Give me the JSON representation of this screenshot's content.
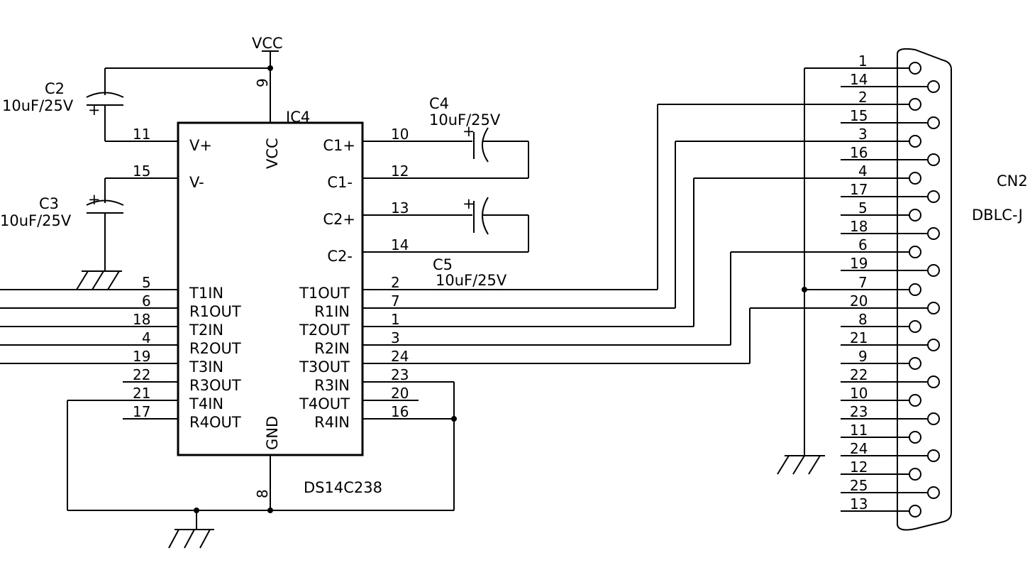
{
  "ic": {
    "ref": "IC4",
    "part": "DS14C238",
    "vcc_label": "VCC",
    "gnd_label": "GND",
    "vcc_pin": "9",
    "gnd_pin": "8",
    "left_pins": [
      {
        "name": "V+",
        "num": "11"
      },
      {
        "name": "V-",
        "num": "15"
      },
      {
        "name": "T1IN",
        "num": "5"
      },
      {
        "name": "R1OUT",
        "num": "6"
      },
      {
        "name": "T2IN",
        "num": "18"
      },
      {
        "name": "R2OUT",
        "num": "4"
      },
      {
        "name": "T3IN",
        "num": "19"
      },
      {
        "name": "R3OUT",
        "num": "22"
      },
      {
        "name": "T4IN",
        "num": "21"
      },
      {
        "name": "R4OUT",
        "num": "17"
      }
    ],
    "right_pins": [
      {
        "name": "C1+",
        "num": "10"
      },
      {
        "name": "C1-",
        "num": "12"
      },
      {
        "name": "C2+",
        "num": "13"
      },
      {
        "name": "C2-",
        "num": "14"
      },
      {
        "name": "T1OUT",
        "num": "2"
      },
      {
        "name": "R1IN",
        "num": "7"
      },
      {
        "name": "T2OUT",
        "num": "1"
      },
      {
        "name": "R2IN",
        "num": "3"
      },
      {
        "name": "T3OUT",
        "num": "24"
      },
      {
        "name": "R3IN",
        "num": "23"
      },
      {
        "name": "T4OUT",
        "num": "20"
      },
      {
        "name": "R4IN",
        "num": "16"
      }
    ]
  },
  "power": {
    "vcc": "VCC"
  },
  "capacitors": [
    {
      "ref": "C2",
      "value": "10uF/25V",
      "polarity": "+"
    },
    {
      "ref": "C3",
      "value": "10uF/25V",
      "polarity": "+"
    },
    {
      "ref": "C4",
      "value": "10uF/25V",
      "polarity": "+"
    },
    {
      "ref": "C5",
      "value": "10uF/25V",
      "polarity": "+"
    }
  ],
  "connector": {
    "ref": "CN2",
    "part": "DBLC-J",
    "pins": [
      "1",
      "14",
      "2",
      "15",
      "3",
      "16",
      "4",
      "17",
      "5",
      "18",
      "6",
      "19",
      "7",
      "20",
      "8",
      "21",
      "9",
      "22",
      "10",
      "23",
      "11",
      "24",
      "12",
      "25",
      "13"
    ]
  }
}
